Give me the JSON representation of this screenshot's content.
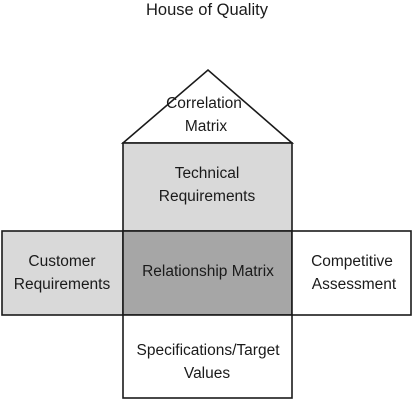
{
  "title": "House of Quality",
  "sections": {
    "roof": {
      "lines": [
        "Correlation",
        "Matrix"
      ]
    },
    "technical": {
      "lines": [
        "Technical",
        "Requirements"
      ]
    },
    "customer": {
      "lines": [
        "Customer",
        "Requirements"
      ]
    },
    "relationship": {
      "lines": [
        "Relationship Matrix"
      ]
    },
    "competitive": {
      "lines": [
        "Competitive",
        "Assessment"
      ]
    },
    "specifications": {
      "lines": [
        "Specifications/Target",
        "Values"
      ]
    }
  },
  "colors": {
    "technical_fill": "#d9d9d9",
    "customer_fill": "#d9d9d9",
    "relationship_fill": "#a6a6a6",
    "plain_fill": "#ffffff",
    "stroke": "#1a1a1a"
  }
}
